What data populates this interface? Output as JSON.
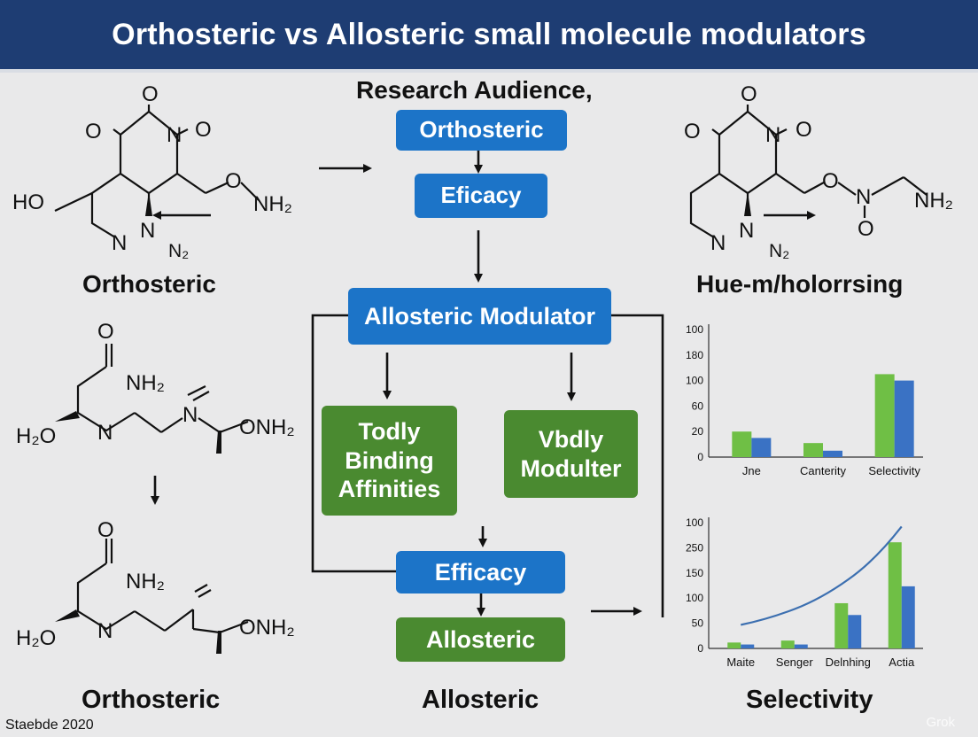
{
  "title": "Orthosteric vs Allosteric small molecule modulators",
  "labels": {
    "research_audience": "Research Audience,",
    "left_top": "Orthosteric",
    "right_top": "Hue-m/holorrsing",
    "bottom_left": "Orthosteric",
    "bottom_center": "Allosteric",
    "bottom_right": "Selectivity"
  },
  "boxes": {
    "orthosteric": "Orthosteric",
    "efficacy_top": "Eficacy",
    "allosteric_modulator": "Allosteric Modulator",
    "todly_binding": "Todly Binding Affinities",
    "vbdly_modulter": "Vbdly Modulter",
    "efficacy_bottom": "Efficacy",
    "allosteric": "Allosteric"
  },
  "molecules": {
    "m1": {
      "o_top": "O",
      "o_left": "O",
      "n_o": "N",
      "o_right": "O",
      "ho": "HO",
      "o_chain": "O",
      "nh2": "NH₂",
      "n1": "N",
      "n2": "N",
      "n3": "N₂"
    },
    "m2": {
      "o_top": "O",
      "nh2_ring": "NH₂",
      "h2o": "H₂O",
      "n_ring": "N",
      "n_chain": "N",
      "nh2_chain": "ONH₂"
    },
    "m3": {
      "o_top": "O",
      "nh2_ring": "NH₂",
      "h2o": "H₂O",
      "n_ring": "N",
      "nh2_chain": "ONH₂"
    },
    "m4": {
      "o_top": "O",
      "o_left": "O",
      "n_o": "N",
      "o_right": "O",
      "o_chain": "O",
      "n_chain": "N",
      "o_down": "O",
      "nh2": "NH₂",
      "n1": "N",
      "n2": "N",
      "n3": "N₂"
    }
  },
  "footer": {
    "credit": "Staebde 2020",
    "watermark": "Grok"
  },
  "colors": {
    "banner": "#1e3d73",
    "blue_box": "#1c74c8",
    "green_box": "#4a8a30",
    "bar_green": "#6fbf45",
    "bar_blue": "#3a72c4",
    "curve": "#3c6fb0"
  },
  "chart_data": [
    {
      "type": "bar",
      "categories": [
        "Jne",
        "Canterity",
        "Selectivity"
      ],
      "y_tick_labels": [
        "0",
        "20",
        "60",
        "100",
        "180",
        "100"
      ],
      "series": [
        {
          "values": [
            40,
            22,
            130
          ]
        },
        {
          "values": [
            30,
            10,
            120
          ]
        }
      ],
      "grid": false
    },
    {
      "type": "bar",
      "categories": [
        "Maite",
        "Senger",
        "Delnhing",
        "Actia"
      ],
      "y_tick_labels": [
        "0",
        "50",
        "100",
        "150",
        "250",
        "100"
      ],
      "series": [
        {
          "values": [
            15,
            20,
            115,
            270
          ]
        },
        {
          "values": [
            10,
            10,
            85,
            158
          ]
        }
      ],
      "line": {
        "values": [
          60,
          100,
          175,
          310
        ]
      },
      "grid": false
    }
  ]
}
